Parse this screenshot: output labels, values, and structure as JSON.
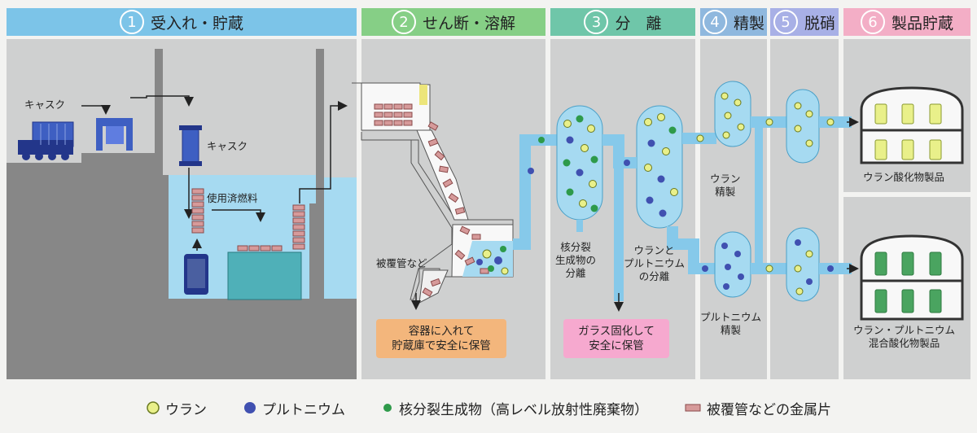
{
  "steps": [
    {
      "num": "1",
      "label": "受入れ・貯蔵"
    },
    {
      "num": "2",
      "label": "せん断・溶解"
    },
    {
      "num": "3",
      "label": "分　離"
    },
    {
      "num": "4",
      "label": "精製"
    },
    {
      "num": "5",
      "label": "脱硝"
    },
    {
      "num": "6",
      "label": "製品貯蔵"
    }
  ],
  "labels": {
    "cask_top": "キャスク",
    "cask_right": "キャスク",
    "spent_fuel": "使用済燃料",
    "cladding": "被覆管など",
    "fission_products_sep": "核分裂\n生成物の\n分離",
    "u_pu_sep": "ウランと\nプルトニウム\nの分離",
    "u_purif": "ウラン\n精製",
    "pu_purif": "プルトニウム\n精製",
    "u_product": "ウラン酸化物製品",
    "mox_product": "ウラン・プルトニウム\n混合酸化物製品"
  },
  "boxes": {
    "storage": "容器に入れて\n貯蔵庫で安全に保管",
    "glass": "ガラス固化して\n安全に保管"
  },
  "legend": [
    {
      "icon": "uranium-icon",
      "label": "ウラン",
      "color": "#e9f08a"
    },
    {
      "icon": "plutonium-icon",
      "label": "プルトニウム",
      "color": "#4050b0"
    },
    {
      "icon": "fission-product-icon",
      "label": "核分裂生成物（高レベル放射性廃棄物）",
      "color": "#2e9a4a"
    },
    {
      "icon": "metal-fragment-icon",
      "label": "被覆管などの金属片",
      "color": "#c98b8b"
    }
  ],
  "colors": {
    "step1": "#7cc4e8",
    "step2": "#86cf86",
    "step3": "#6fc6a9",
    "step4": "#8fb8de",
    "step5": "#a8b0e6",
    "step6": "#f3aec6",
    "liquid": "#a6daf1",
    "pipe": "#86c9ea",
    "storage_box": "#f3b67c",
    "glass_box": "#f6a9cf"
  }
}
